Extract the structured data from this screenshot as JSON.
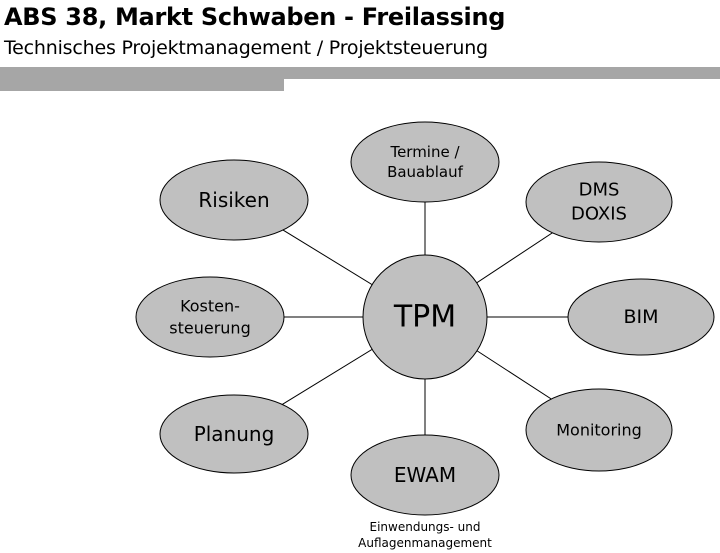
{
  "header": {
    "title": "ABS 38, Markt Schwaben - Freilassing",
    "subtitle": "Technisches Projektmanagement / Projektsteuerung"
  },
  "colors": {
    "node_fill": "#c0c0c0",
    "node_stroke": "#000000",
    "bar": "#a6a6a6"
  },
  "diagram": {
    "center": {
      "label": "TPM"
    },
    "nodes": [
      {
        "id": "termine",
        "lines": [
          "Termine /",
          "Bauablauf"
        ]
      },
      {
        "id": "dms",
        "lines": [
          "DMS",
          "DOXIS"
        ]
      },
      {
        "id": "bim",
        "lines": [
          "BIM"
        ]
      },
      {
        "id": "monitoring",
        "lines": [
          "Monitoring"
        ]
      },
      {
        "id": "ewam",
        "lines": [
          "EWAM"
        ]
      },
      {
        "id": "planung",
        "lines": [
          "Planung"
        ]
      },
      {
        "id": "kosten",
        "lines": [
          "Kosten-",
          "steuerung"
        ]
      },
      {
        "id": "risiken",
        "lines": [
          "Risiken"
        ]
      }
    ],
    "ewam_caption": [
      "Einwendungs- und",
      "Auflagenmanagement"
    ]
  }
}
